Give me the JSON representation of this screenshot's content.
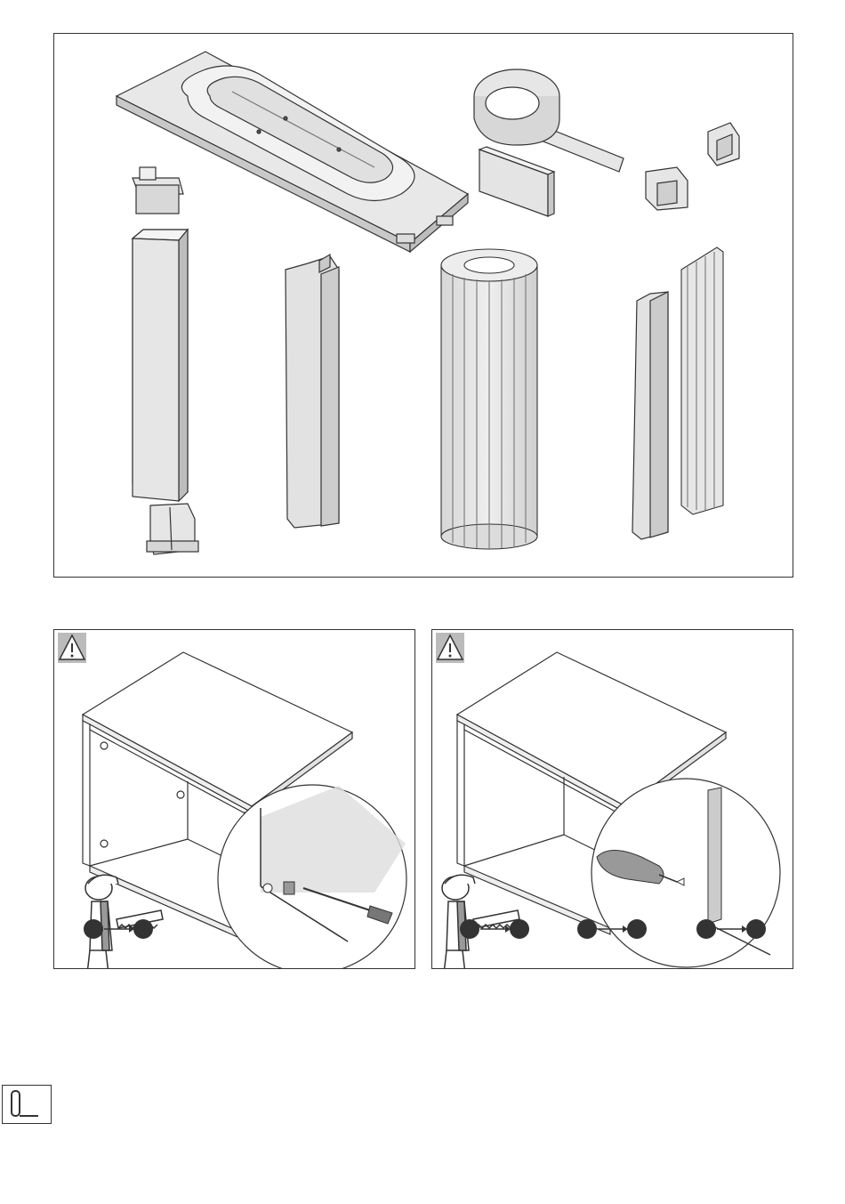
{
  "page": {
    "background": "#ffffff",
    "line_color": "#333333",
    "part_fill": "#e8e8e8",
    "part_shade": "#c9c9c9"
  },
  "parts_panel": {
    "parts": [
      "base-tray",
      "tape-roll",
      "foam-block",
      "corner-connector-a",
      "corner-connector-b",
      "top-clip",
      "square-column",
      "bottom-clip",
      "angle-profile",
      "round-column",
      "corner-cover",
      "grooved-profile"
    ]
  },
  "steps": [
    {
      "id": "left",
      "warning_icon": "warning-triangle-icon",
      "tool": "screwdriver-icon",
      "mascot": "handyman-icon",
      "sequences": 1
    },
    {
      "id": "right",
      "warning_icon": "warning-triangle-icon",
      "tool": "drill-icon",
      "mascot": "handyman-icon",
      "sequences": 3
    }
  ],
  "side_tab": {
    "icon": "booklet-icon"
  }
}
